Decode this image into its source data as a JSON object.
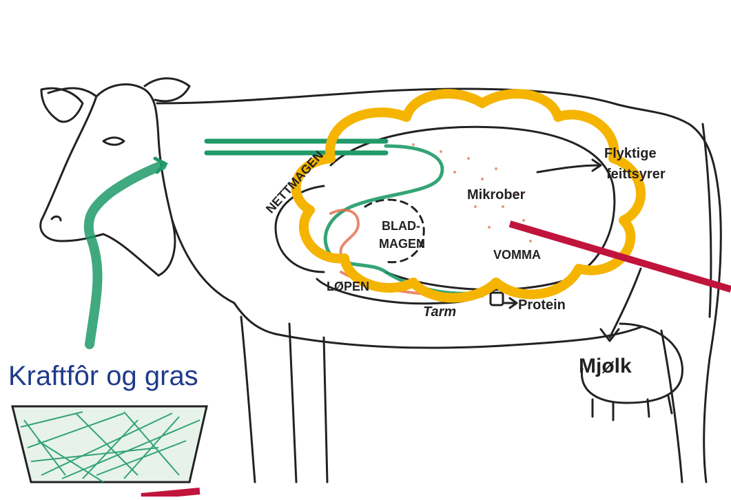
{
  "diagram": {
    "caption": "Kraftfôr og gras",
    "labels": {
      "flyktige_line1": "Flyktige",
      "flyktige_line2": "feittsyrer",
      "mikrober": "Mikrober",
      "bladmagen_line1": "BLAD-",
      "bladmagen_line2": "MAGEN",
      "nettmagen": "NETTMAGEN",
      "vomma": "VOMMA",
      "lopen": "LØPEN",
      "tarm": "Tarm",
      "protein": "Protein",
      "mjolk": "Mjølk"
    },
    "colors": {
      "cloud": "#f5b400",
      "pointer": "#c0143c",
      "feed_green": "#1f9a68",
      "caption": "#1f3a8a",
      "outline": "#222222"
    }
  }
}
